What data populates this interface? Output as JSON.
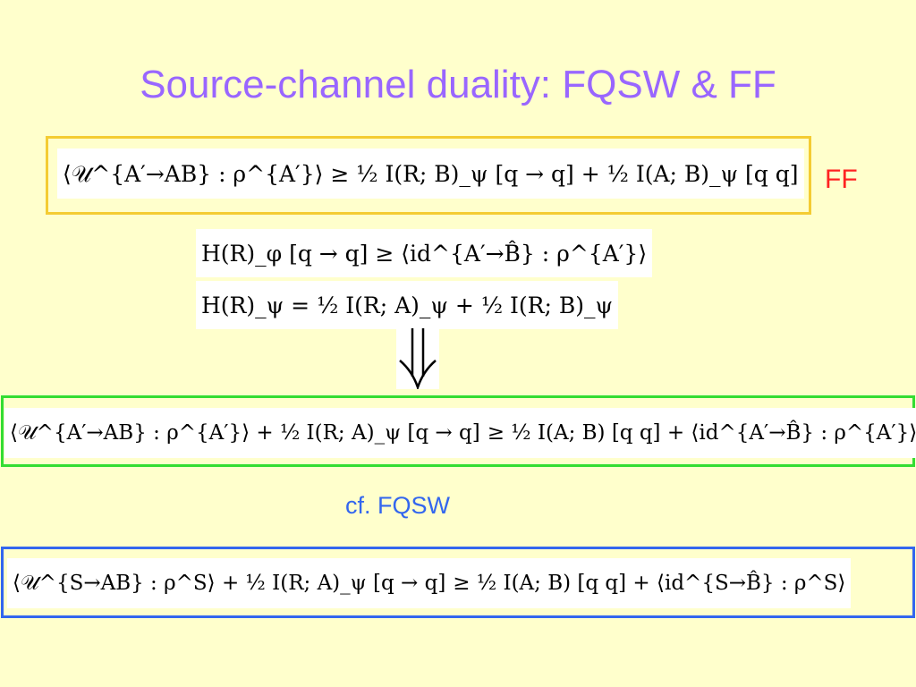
{
  "slide": {
    "title": "Source-channel duality: FQSW & FF",
    "ff_label": "FF",
    "cf_label": "cf. FQSW",
    "arrow_icon": "double-down-arrow",
    "colors": {
      "background": "#ffffcc",
      "title": "#9966ff",
      "ff_box": "#f4cc33",
      "ff_label": "#ff2222",
      "green_box": "#33dd33",
      "blue_box": "#3366ee"
    }
  },
  "equations": {
    "ff_lhs": "⟨𝒰^{A′→AB} : ρ^{A′}⟩",
    "ff_rhs": "≥ ½ I(R; B)_ψ [q → q] + ½ I(A; B)_ψ [q q]",
    "h_phi": "H(R)_φ [q → q] ≥ ⟨id^{A′→B̂} : ρ^{A′}⟩",
    "h_psi": "H(R)_ψ = ½ I(R; A)_ψ + ½ I(R; B)_ψ",
    "green_lhs": "⟨𝒰^{A′→AB} : ρ^{A′}⟩ + ½ I(R; A)_ψ [q → q]",
    "green_rhs": "≥ ½ I(A; B) [q q] + ⟨id^{A′→B̂} : ρ^{A′}⟩",
    "blue_lhs": "⟨𝒰^{S→AB} : ρ^S⟩ + ½ I(R; A)_ψ [q → q]",
    "blue_rhs": "≥ ½ I(A; B) [q q] + ⟨id^{S→B̂} : ρ^S⟩"
  }
}
